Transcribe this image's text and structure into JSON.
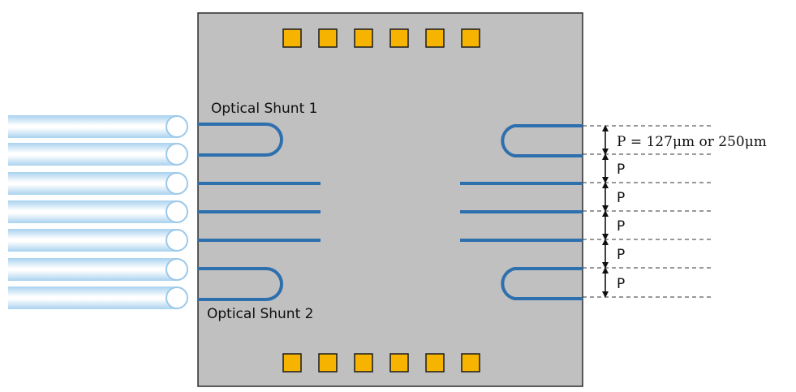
{
  "labels": {
    "shunt_top": "Optical Shunt 1",
    "shunt_bottom": "Optical Shunt 2",
    "pitch_full": "P = 127μm or 250μm",
    "pitch": [
      "P",
      "P",
      "P",
      "P"
    ]
  },
  "pad_count_top": 6,
  "pad_count_bottom": 6,
  "fiber_count": 7,
  "colors": {
    "chip": "#c0c0c0",
    "chip_border": "#2b2b2b",
    "waveguide": "#2e6fae",
    "pad": "#f6b400",
    "pad_border": "#1a1a1a",
    "fiber_core": "#ffffff",
    "fiber_edge": "#9cc8e8",
    "dashes": "#333333"
  }
}
